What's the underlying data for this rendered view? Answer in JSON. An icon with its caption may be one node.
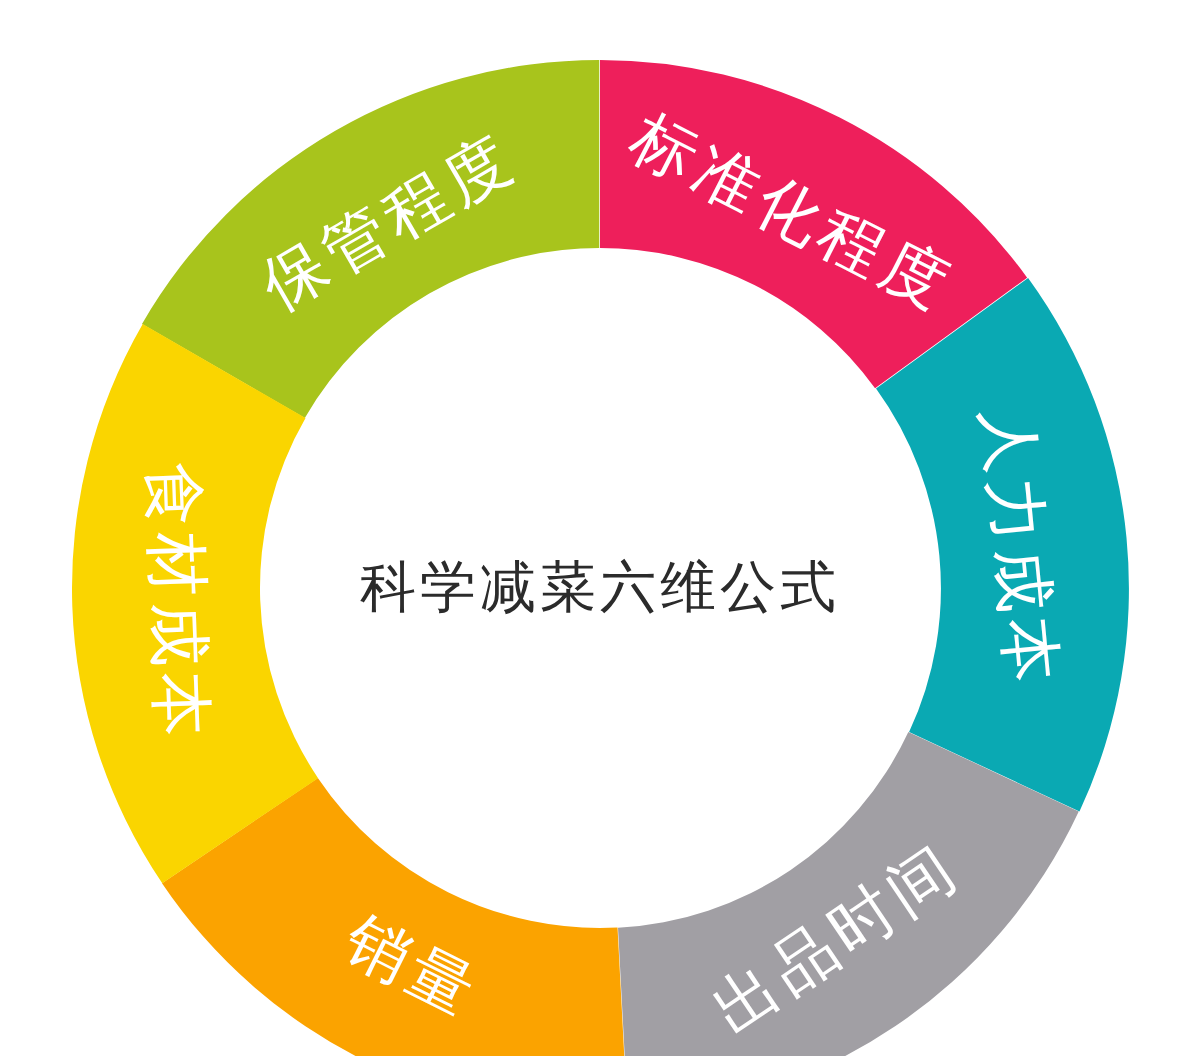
{
  "diagram": {
    "nodes": [
      {
        "text": [
          "科学减菜六维公式"
        ]
      },
      {
        "text": [
          "保管程度"
        ]
      },
      {
        "text": [
          "标准化程度"
        ]
      },
      {
        "text": [
          "人力成本"
        ]
      },
      {
        "text": [
          "出品时间"
        ]
      },
      {
        "text": [
          "销量"
        ]
      },
      {
        "text": [
          "食材成本"
        ]
      }
    ]
  }
}
